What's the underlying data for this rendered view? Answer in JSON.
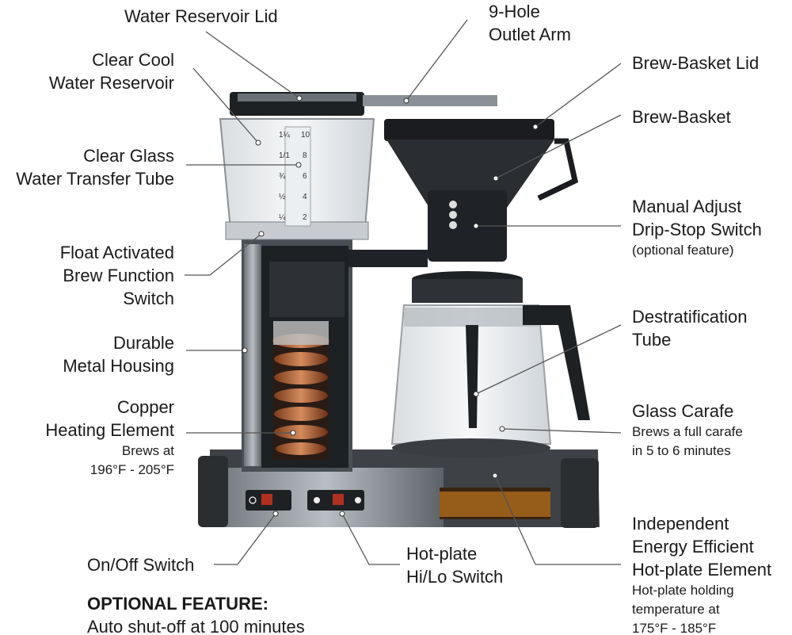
{
  "labels": {
    "reservoir_lid": "Water Reservoir Lid",
    "outlet_arm": [
      "9-Hole",
      "Outlet Arm"
    ],
    "cool_reservoir": [
      "Clear Cool",
      "Water Reservoir"
    ],
    "brew_basket_lid": "Brew-Basket Lid",
    "brew_basket": "Brew-Basket",
    "transfer_tube": [
      "Clear Glass",
      "Water Transfer Tube"
    ],
    "drip_stop": [
      "Manual Adjust",
      "Drip-Stop Switch"
    ],
    "drip_stop_note": "(optional feature)",
    "float_switch": [
      "Float Activated",
      "Brew Function",
      "Switch"
    ],
    "destrat_tube": [
      "Destratification",
      "Tube"
    ],
    "metal_housing": [
      "Durable",
      "Metal Housing"
    ],
    "glass_carafe": "Glass Carafe",
    "glass_carafe_note": [
      "Brews a full carafe",
      "in 5 to 6 minutes"
    ],
    "copper_element": [
      "Copper",
      "Heating Element"
    ],
    "copper_note": [
      "Brews at",
      "196°F - 205°F"
    ],
    "hotplate_element": [
      "Independent",
      "Energy Efficient",
      "Hot-plate Element"
    ],
    "hotplate_note": [
      "Hot-plate holding",
      "temperature at",
      "175°F - 185°F"
    ],
    "onoff": "On/Off Switch",
    "hilo": [
      "Hot-plate",
      "Hi/Lo Switch"
    ],
    "optional_title": "OPTIONAL FEATURE:",
    "optional_text": "Auto shut-off at 100 minutes"
  },
  "tube_scale": [
    "1¼",
    "10",
    "1/1",
    "8",
    "¾",
    "6",
    "½",
    "4",
    "¼",
    "2"
  ]
}
